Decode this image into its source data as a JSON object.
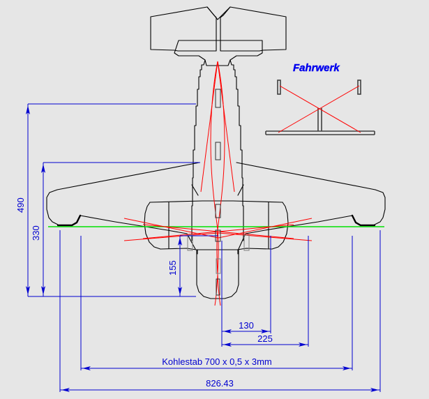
{
  "drawing": {
    "background_color": "#e6e6e6",
    "line_color_outline": "#000000",
    "line_color_dimension": "#0000d0",
    "line_color_construction": "#ff0000",
    "line_color_chord": "#00e000",
    "line_color_slot": "#808080",
    "subject": "V-tail model aircraft plan view"
  },
  "labels": {
    "landing_gear_title": "Fahrwerk",
    "spar_note": "Kohlestab 700 x 0,5 x 3mm"
  },
  "dimensions": {
    "tail_to_trailing_edge": "490",
    "tail_to_wing_leading_edge": "330",
    "nose_length": "155",
    "inner_span_half": "130",
    "outer_span_half": "225",
    "total_span": "826.43"
  }
}
